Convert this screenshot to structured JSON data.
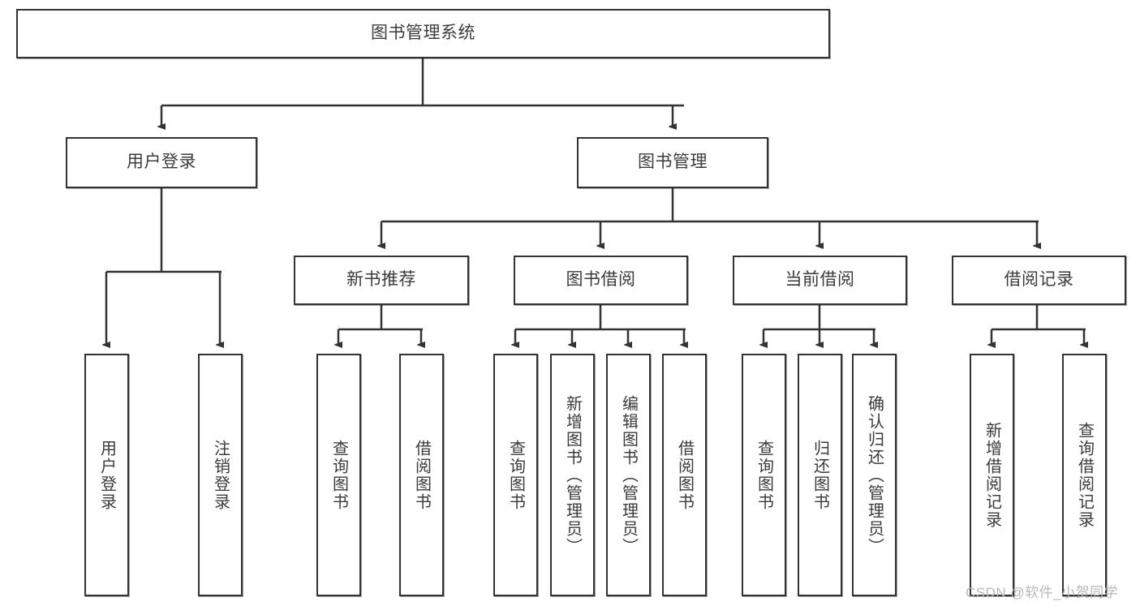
{
  "diagram": {
    "title": "图书管理系统",
    "type": "hierarchy-tree",
    "watermark": "CSDN @软件_小贺同学",
    "colors": {
      "stroke": "#333333",
      "text": "#3b3b3b",
      "background": "#ffffff",
      "watermark": "#b8b8b8"
    },
    "root": {
      "label": "图书管理系统"
    },
    "tier2": [
      {
        "label": "用户登录"
      },
      {
        "label": "图书管理"
      }
    ],
    "tier3": [
      {
        "label": "新书推荐"
      },
      {
        "label": "图书借阅"
      },
      {
        "label": "当前借阅"
      },
      {
        "label": "借阅记录"
      }
    ],
    "leaves": {
      "user_login": [
        {
          "label": "用户登录"
        },
        {
          "label": "注销登录"
        }
      ],
      "new_book_recommend": [
        {
          "label": "查询图书"
        },
        {
          "label": "借阅图书"
        }
      ],
      "book_borrow": [
        {
          "label": "查询图书"
        },
        {
          "label": "新增图书（管理员）"
        },
        {
          "label": "编辑图书（管理员）"
        },
        {
          "label": "借阅图书"
        }
      ],
      "current_borrow": [
        {
          "label": "查询图书"
        },
        {
          "label": "归还图书"
        },
        {
          "label": "确认归还（管理员）"
        }
      ],
      "borrow_record": [
        {
          "label": "新增借阅记录"
        },
        {
          "label": "查询借阅记录"
        }
      ]
    }
  }
}
